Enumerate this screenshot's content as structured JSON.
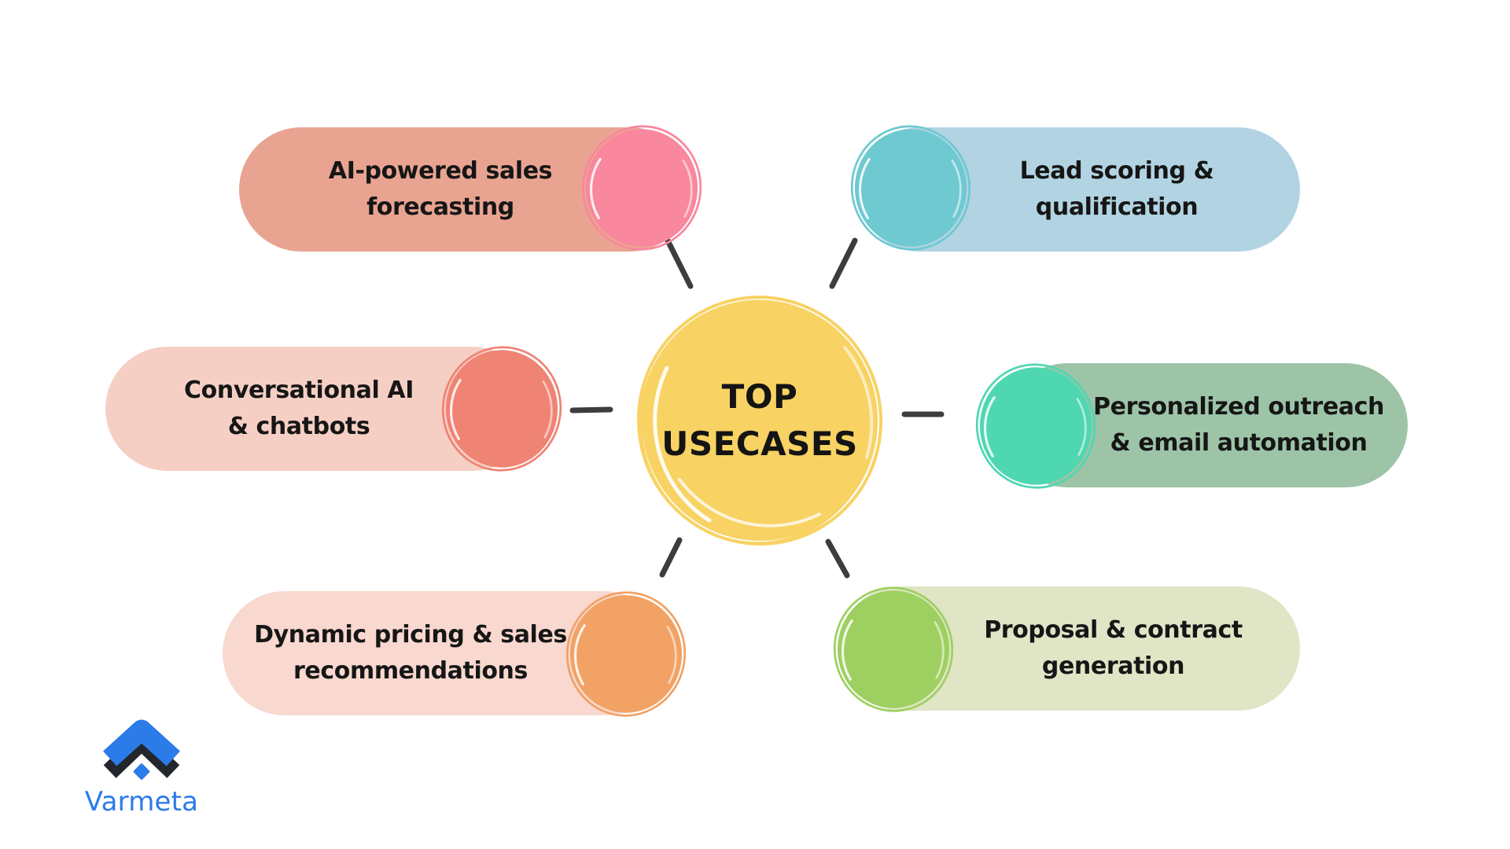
{
  "background_color": "#FFFFFF",
  "center": {
    "label": "TOP USECASES",
    "lines": [
      "TOP",
      "USECASES"
    ],
    "color": "#F8D263",
    "text_color": "#141414"
  },
  "nodes": [
    {
      "id": "ai-powered-sales-forecasting",
      "label": "AI-powered sales forecasting",
      "lines": [
        "AI-powered sales",
        "forecasting"
      ],
      "pill_color": "#E9A491",
      "circle_color": "#F9879D",
      "side": "left"
    },
    {
      "id": "lead-scoring-qualification",
      "label": "Lead scoring & qualification",
      "lines": [
        "Lead scoring &",
        "qualification"
      ],
      "pill_color": "#B2D3E2",
      "circle_color": "#6EC9D1",
      "side": "right"
    },
    {
      "id": "conversational-ai-chatbots",
      "label": "Conversational AI & chatbots",
      "lines": [
        "Conversational AI",
        "& chatbots"
      ],
      "pill_color": "#F6CFC4",
      "circle_color": "#EF8374",
      "side": "left"
    },
    {
      "id": "personalized-outreach-email-automation",
      "label": "Personalized outreach & email automation",
      "lines": [
        "Personalized outreach",
        "& email automation"
      ],
      "pill_color": "#9DC4A7",
      "circle_color": "#4FD7B2",
      "side": "right"
    },
    {
      "id": "dynamic-pricing-sales-recommendations",
      "label": "Dynamic pricing & sales recommendations",
      "lines": [
        "Dynamic pricing & sales",
        "recommendations"
      ],
      "pill_color": "#F8D8CF",
      "circle_color": "#F2A264",
      "side": "left"
    },
    {
      "id": "proposal-contract-generation",
      "label": "Proposal & contract generation",
      "lines": [
        "Proposal & contract",
        "generation"
      ],
      "pill_color": "#DFE5C5",
      "circle_color": "#9DD060",
      "side": "right"
    }
  ],
  "connector_color": "#3D3D3D",
  "label_text_color": "#161616",
  "logo": {
    "text": "Varmeta",
    "blue_color": "#2B7BE9",
    "dark_color": "#23262C"
  }
}
